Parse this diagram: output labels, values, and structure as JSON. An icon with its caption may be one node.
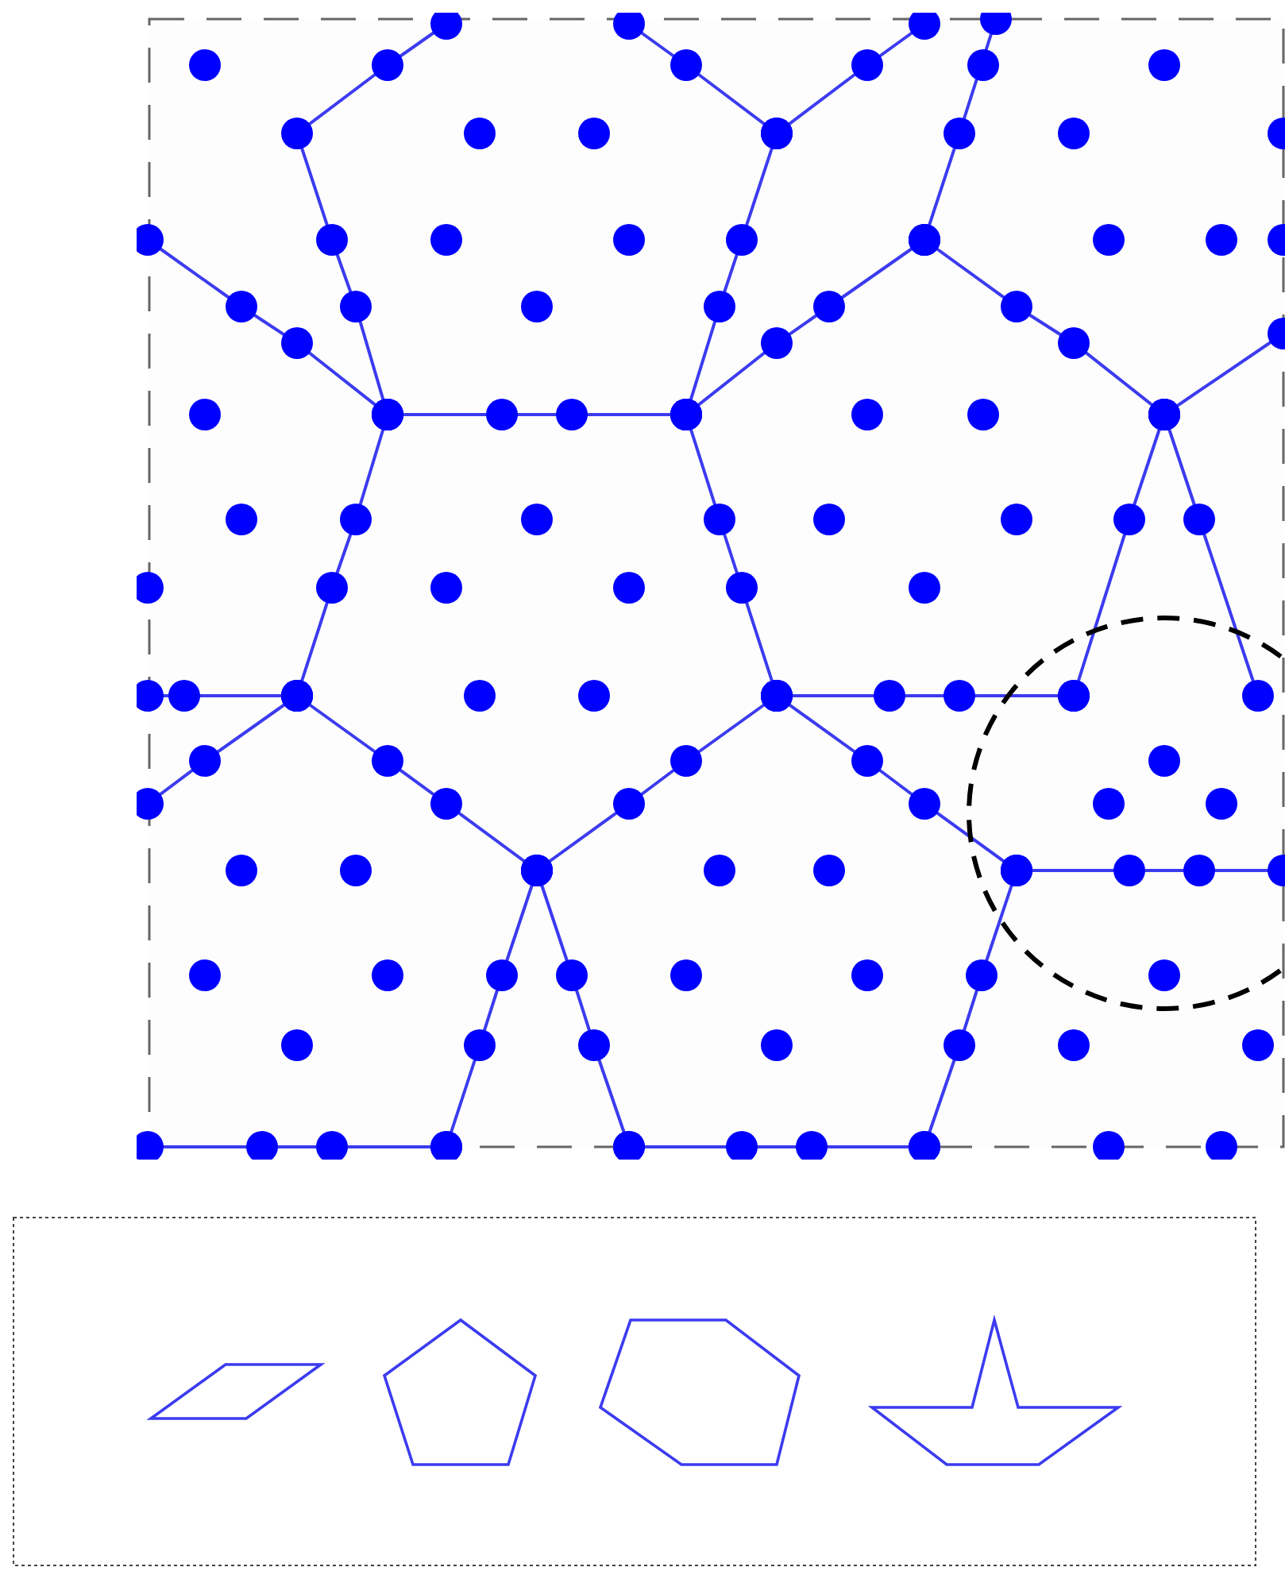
{
  "diagram": {
    "nodes": [
      {
        "text": [],
        "shape": "rhombus"
      },
      {
        "text": [],
        "shape": "pentagon"
      },
      {
        "text": [],
        "shape": "hexagon"
      },
      {
        "text": [],
        "shape": "star"
      }
    ]
  }
}
